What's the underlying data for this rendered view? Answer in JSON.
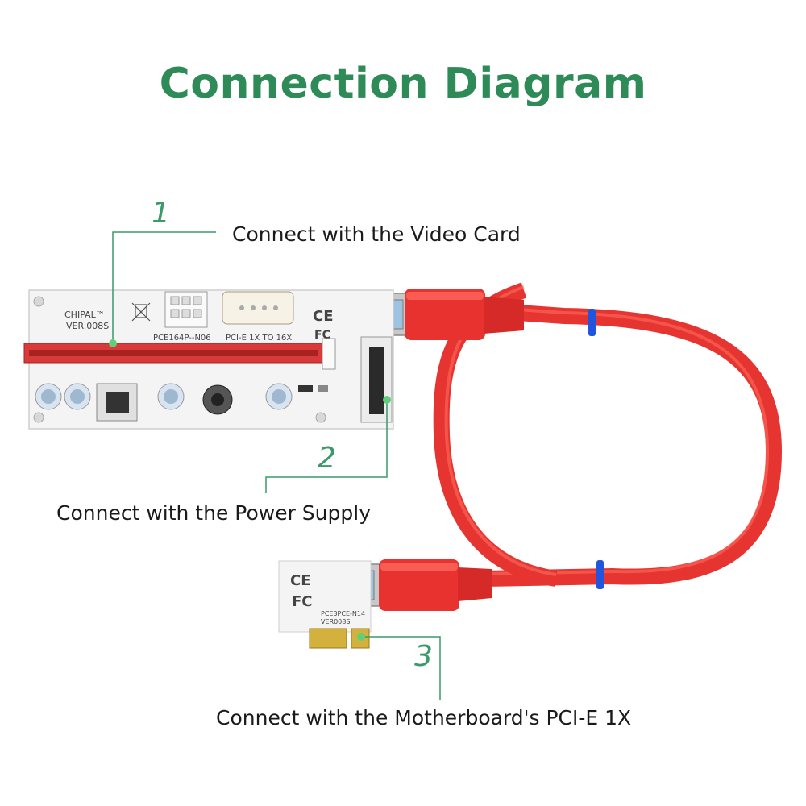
{
  "title": "Connection Diagram",
  "steps": [
    {
      "number": "1",
      "caption": "Connect with the Video Card"
    },
    {
      "number": "2",
      "caption": "Connect with the Power Supply"
    },
    {
      "number": "3",
      "caption": "Connect with the Motherboard's PCI-E 1X"
    }
  ],
  "board_labels": {
    "brand": "CHIPAL™",
    "version": "VER.008S",
    "model": "PCE164P--N06",
    "slot_text": "PCI-E 1X TO 16X",
    "ce": "CE",
    "fc": "FC",
    "small_model": "PCE3PCE-N14",
    "small_version": "VER008S"
  },
  "colors": {
    "title": "#2e8b57",
    "leader_line": "#3a9a6a",
    "cable": "#e8322f",
    "slot": "#d83a3a",
    "band": "#2255dd"
  }
}
